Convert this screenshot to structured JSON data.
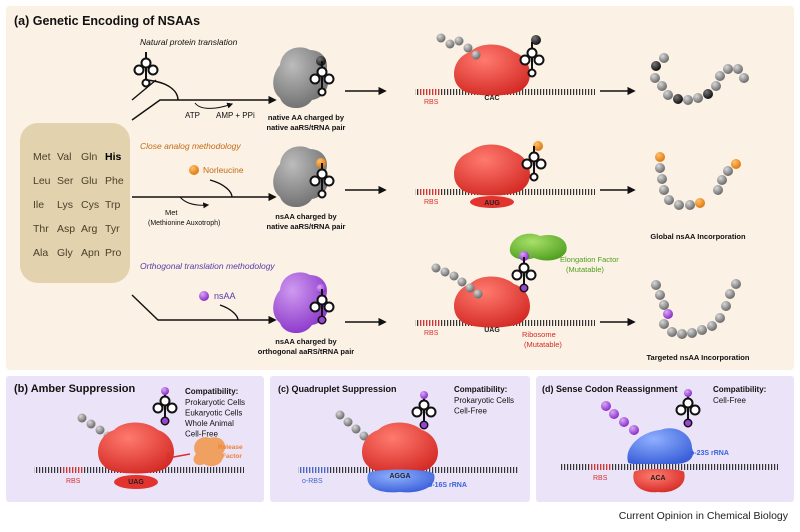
{
  "panel_a": {
    "title": "(a)  Genetic Encoding of NSAAs",
    "amino_acids": [
      [
        "Met",
        "Val",
        "Gln",
        "His"
      ],
      [
        "Leu",
        "Ser",
        "Glu",
        "Phe"
      ],
      [
        "Ile",
        "Lys",
        "Cys",
        "Trp"
      ],
      [
        "Thr",
        "Asp",
        "Arg",
        "Tyr"
      ],
      [
        "Ala",
        "Gly",
        "Apn",
        "Pro"
      ]
    ],
    "row1": {
      "heading": "Natural protein translation",
      "atp": "ATP",
      "amp": "AMP + PPi",
      "caption_1": "native AA charged by",
      "caption_2": "native aaRS/tRNA pair",
      "rbs": "RBS",
      "codon": "CAC"
    },
    "row2": {
      "heading": "Close analog methodology",
      "norleucine": "Norleucine",
      "met": "Met",
      "auxotroph": "(Methionine Auxotroph)",
      "caption_1": "nsAA charged by",
      "caption_2": "native aaRS/tRNA pair",
      "rbs": "RBS",
      "codon": "AUG",
      "outcome": "Global nsAA Incorporation"
    },
    "row3": {
      "heading": "Orthogonal translation methodology",
      "nsaa": "nsAA",
      "caption_1": "nsAA charged by",
      "caption_2": "orthogonal aaRS/tRNA pair",
      "rbs": "RBS",
      "codon": "UAG",
      "ef_1": "Elongation Factor",
      "ef_2": "(Mutatable)",
      "ribosome_1": "Ribosome",
      "ribosome_2": "(Mutatable)",
      "outcome": "Targeted nsAA Incorporation"
    }
  },
  "panel_b": {
    "title": "(b)  Amber Suppression",
    "compat_title": "Compatibility:",
    "compat": [
      "Prokaryotic Cells",
      "Eukaryotic Cells",
      "Whole Animal",
      "Cell-Free"
    ],
    "release_1": "Release",
    "release_2": "Factor",
    "rbs": "RBS",
    "codon": "UAG"
  },
  "panel_c": {
    "title": "(c)  Quadruplet Suppression",
    "compat_title": "Compatibility:",
    "compat": [
      "Prokaryotic Cells",
      "Cell-Free"
    ],
    "rbs": "o-RBS",
    "codon": "AGGA",
    "rrna": "o-16S rRNA"
  },
  "panel_d": {
    "title": "(d)  Sense Codon Reassignment",
    "compat_title": "Compatibility:",
    "compat": [
      "Cell-Free"
    ],
    "rbs": "RBS",
    "codon": "ACA",
    "rrna": "o-23S rRNA"
  },
  "credit": "Current Opinion in Chemical Biology",
  "colors": {
    "panel_a_bg": "#fbf1e5",
    "lower_panel_bg": "#ebe4f8",
    "aa_box": "#e2d2ad",
    "ribosome_red": "#e3332e",
    "synthetase_gray": "#8a8a8a",
    "nsaa_purple": "#9a44d6",
    "norleucine_orange": "#f08a1c",
    "ef_green": "#66b32c",
    "rrna_blue": "#4a72e6",
    "release_orange": "#f0a060",
    "rbs_red": "#d93030",
    "orbs_blue": "#4466cc",
    "heading_orange": "#c36b12",
    "heading_purple": "#5a3aa8"
  }
}
